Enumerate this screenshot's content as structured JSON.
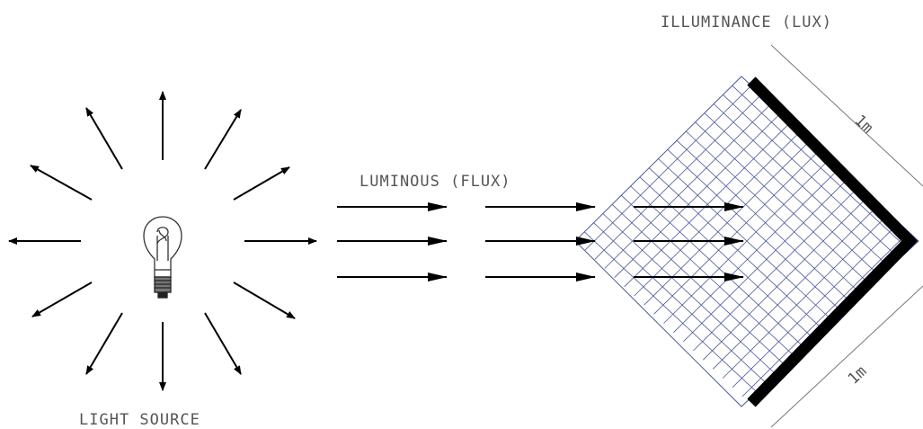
{
  "labels": {
    "light_source": "LIGHT SOURCE",
    "luminous_flux": "LUMINOUS (FLUX)",
    "illuminance": "ILLUMINANCE (LUX)"
  },
  "dimensions": {
    "upper_edge": "1m",
    "lower_edge": "1m"
  },
  "colors": {
    "line": "#000000",
    "grid": "#4a5a9a",
    "text": "#555555"
  },
  "icons": {
    "source": "light-bulb-icon"
  }
}
